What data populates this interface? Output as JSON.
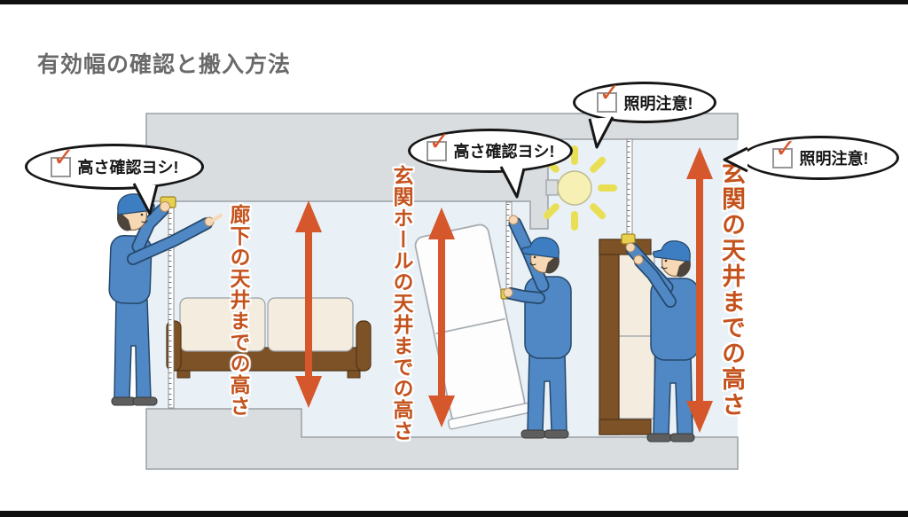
{
  "title": "有効幅の確認と搬入方法",
  "check_glyph": "✓",
  "speech_bubbles": {
    "hallway_check": "高さ確認ヨシ!",
    "entrance_hall_check": "高さ確認ヨシ!",
    "light_warning_top": "照明注意!",
    "light_warning_right": "照明注意!"
  },
  "measure_labels": {
    "hallway": "廊下の天井までの高さ",
    "entrance_hall": "玄関ホールの天井までの高さ",
    "entrance": "玄関の天井までの高さ"
  },
  "colors": {
    "accent_orange": "#d5572b",
    "label_orange": "#c4521d",
    "structure_gray": "#d9dde0",
    "interior_blue": "#e9f1f7",
    "worker_blue": "#4f88c4",
    "title_gray": "#6a6a6a"
  },
  "icons": {
    "checked_checkbox": "✓",
    "ceiling_light": "sun-burst-lamp",
    "tape_measure": "vertical-ruler-strip",
    "height_arrow": "double-headed-vertical-arrow"
  }
}
